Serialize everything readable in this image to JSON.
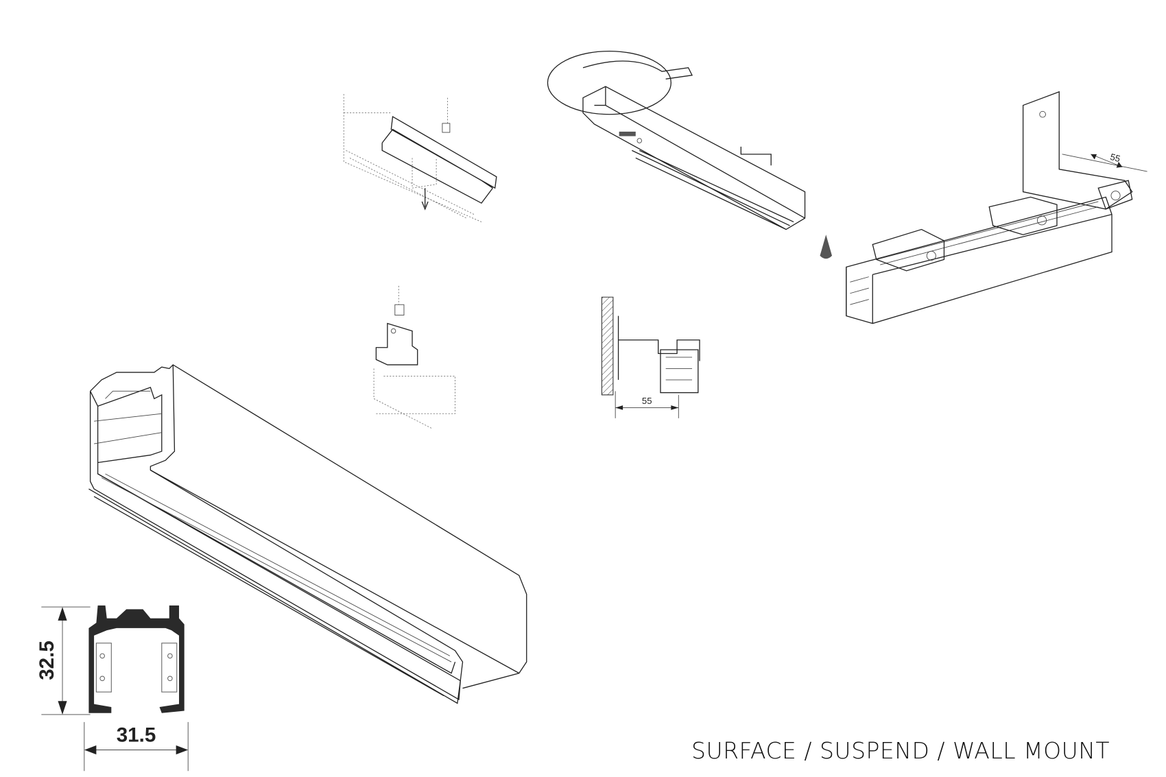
{
  "caption": "SURFACE / SUSPEND / WALL MOUNT",
  "profile": {
    "height_label": "32.5",
    "width_label": "31.5"
  },
  "wall_mount": {
    "offset_label": "55"
  },
  "corner_bracket": {
    "offset_label": "55"
  }
}
